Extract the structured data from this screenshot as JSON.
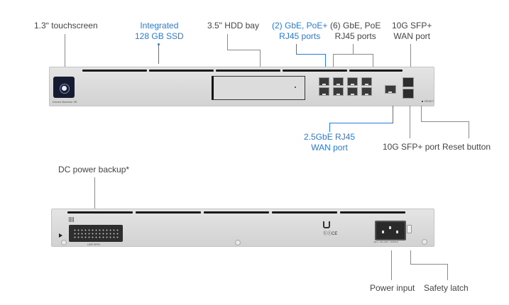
{
  "front_labels": {
    "touchscreen": "1.3ʺ touchscreen",
    "ssd_line1": "Integrated",
    "ssd_line2": "128 GB SSD",
    "hdd": "3.5\" HDD bay",
    "poeplus_line1": "(2) GbE, PoE+",
    "poeplus_line2": "RJ45 ports",
    "poe_line1": "(6) GbE, PoE",
    "poe_line2": "RJ45 ports",
    "sfp_wan_line1": "10G SFP+",
    "sfp_wan_line2": "WAN port",
    "wan25_line1": "2.5GbE RJ45",
    "wan25_line2": "WAN port",
    "sfp_port": "10G SFP+ port",
    "reset": "Reset button"
  },
  "rear_labels": {
    "dc_backup": "DC power backup*",
    "power_input": "Power input",
    "safety_latch": "Safety latch"
  },
  "device": {
    "front_model_text": "Dream Machine SE",
    "rear_dc_text": "USP-RPS",
    "rear_power_text": "Input: 100-240V~ 50/60Hz",
    "reset_text": "RESET"
  },
  "colors": {
    "accent_blue": "#2a7bd6",
    "label_gray": "#444444",
    "leader_gray": "#8a8a8a"
  }
}
